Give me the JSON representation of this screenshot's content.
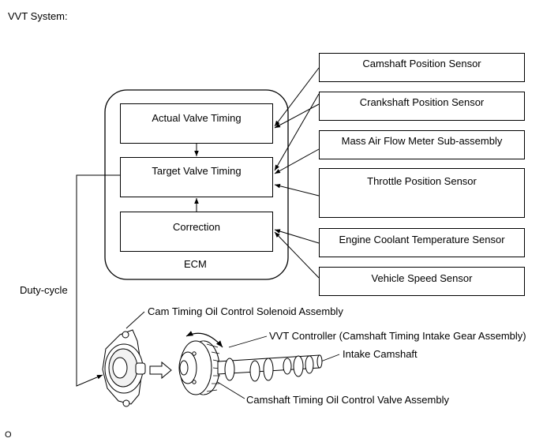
{
  "title": "VVT System:",
  "ecm": {
    "label": "ECM",
    "blocks": {
      "actual": "Actual Valve Timing",
      "target": "Target Valve Timing",
      "correction": "Correction"
    }
  },
  "sensors": [
    "Camshaft Position Sensor",
    "Crankshaft Position Sensor",
    "Mass Air Flow Meter Sub-assembly",
    "Throttle Position Sensor",
    "Engine Coolant Temperature Sensor",
    "Vehicle Speed Sensor"
  ],
  "signal_label": "Duty-cycle",
  "components": {
    "solenoid": "Cam Timing Oil Control Solenoid Assembly",
    "controller": "VVT Controller (Camshaft Timing Intake Gear Assembly)",
    "camshaft": "Intake Camshaft",
    "valve": "Camshaft Timing Oil Control Valve Assembly"
  },
  "figure_id": "O"
}
